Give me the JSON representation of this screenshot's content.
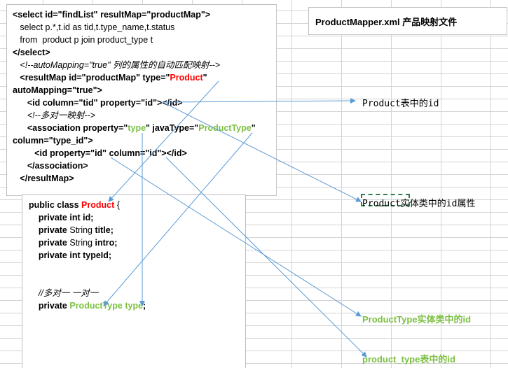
{
  "title": "ProductMapper.xml 产品映射文件",
  "xml_lines": [
    {
      "parts": [
        {
          "t": "<select id=\"findList\" resultMap=\"productMap\">",
          "c": "b"
        }
      ]
    },
    {
      "parts": [
        {
          "t": "   select p.*,t.id as tid,t.type_name,t.status",
          "c": ""
        }
      ]
    },
    {
      "parts": [
        {
          "t": "   from  product p join product_type t",
          "c": ""
        }
      ]
    },
    {
      "parts": [
        {
          "t": "</select>",
          "c": "b"
        }
      ]
    },
    {
      "parts": [
        {
          "t": "   <!--autoMapping=\"true\" 列的属性的自动匹配映射-->",
          "c": "cmt"
        }
      ]
    },
    {
      "parts": [
        {
          "t": "   <resultMap id=\"productMap\" type=\"",
          "c": "b"
        },
        {
          "t": "Product",
          "c": "red"
        },
        {
          "t": "\"",
          "c": "b"
        }
      ]
    },
    {
      "parts": [
        {
          "t": "autoMapping=\"true\">",
          "c": "b"
        }
      ]
    },
    {
      "parts": [
        {
          "t": "      <id column=\"tid\" property=\"id\"></id>",
          "c": "b"
        }
      ]
    },
    {
      "parts": [
        {
          "t": "      <!--多对一映射-->",
          "c": "cmt"
        }
      ]
    },
    {
      "parts": [
        {
          "t": "      <association property=\"",
          "c": "b"
        },
        {
          "t": "type",
          "c": "green"
        },
        {
          "t": "\" javaType=\"",
          "c": "b"
        },
        {
          "t": "ProductType",
          "c": "green"
        },
        {
          "t": "\"",
          "c": "b"
        }
      ]
    },
    {
      "parts": [
        {
          "t": "column=\"type_id\">",
          "c": "b"
        }
      ]
    },
    {
      "parts": [
        {
          "t": "         <id property=\"id\" column=\"id\"></id>",
          "c": "b"
        }
      ]
    },
    {
      "parts": [
        {
          "t": "      </association>",
          "c": "b"
        }
      ]
    },
    {
      "parts": [
        {
          "t": "   </resultMap>",
          "c": "b"
        }
      ]
    }
  ],
  "java_lines": [
    {
      "parts": [
        {
          "t": "public class ",
          "c": "b"
        },
        {
          "t": "Product",
          "c": "red"
        },
        {
          "t": " {",
          "c": ""
        }
      ]
    },
    {
      "parts": [
        {
          "t": "    private int id;",
          "c": "b"
        }
      ]
    },
    {
      "parts": [
        {
          "t": "    private ",
          "c": "b"
        },
        {
          "t": "String ",
          "c": ""
        },
        {
          "t": "title;",
          "c": "b"
        }
      ]
    },
    {
      "parts": [
        {
          "t": "    private ",
          "c": "b"
        },
        {
          "t": "String ",
          "c": ""
        },
        {
          "t": "intro;",
          "c": "b"
        }
      ]
    },
    {
      "parts": [
        {
          "t": "    private int typeId;",
          "c": "b"
        }
      ]
    },
    {
      "parts": [
        {
          "t": "",
          "c": ""
        }
      ]
    },
    {
      "parts": [
        {
          "t": "",
          "c": ""
        }
      ]
    },
    {
      "parts": [
        {
          "t": "    //多对一 一对一",
          "c": "cmt"
        }
      ]
    },
    {
      "parts": [
        {
          "t": "    private ",
          "c": "b"
        },
        {
          "t": "ProductType",
          "c": "green"
        },
        {
          "t": " ",
          "c": ""
        },
        {
          "t": "type",
          "c": "green"
        },
        {
          "t": ";",
          "c": "b"
        }
      ]
    }
  ],
  "labels": {
    "product_table_id": "Product表中的id",
    "product_entity_id": "Product实体类中的id属性",
    "producttype_entity_id": "ProductType实体类中的id",
    "product_type_table_id": "product_type表中的id"
  },
  "colors": {
    "arrow": "#5b9bd5",
    "highlight_red": "#ff0000",
    "highlight_green": "#7cc043",
    "dashed_border": "#2e7d4f"
  }
}
